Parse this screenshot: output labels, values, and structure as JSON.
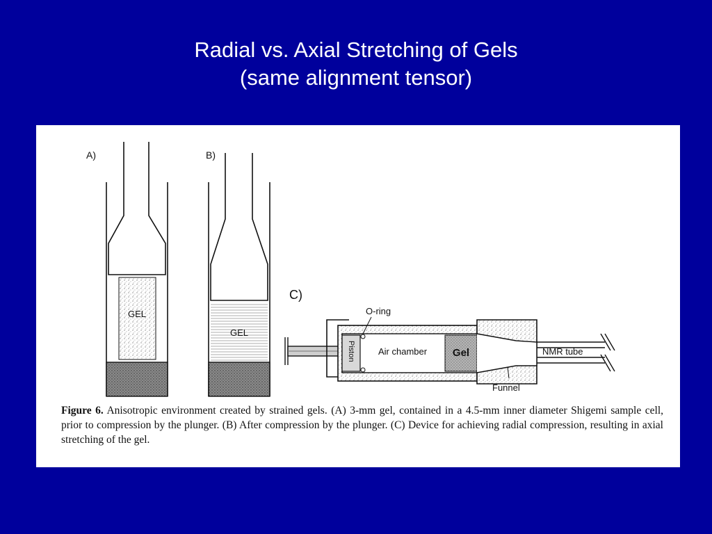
{
  "slide": {
    "title_line1": "Radial vs. Axial Stretching of Gels",
    "title_line2": "(same alignment tensor)"
  },
  "figure": {
    "panel_a_label": "A)",
    "panel_b_label": "B)",
    "panel_c_label": "C)",
    "gel_label_a": "GEL",
    "gel_label_b": "GEL",
    "oring_label": "O-ring",
    "piston_label": "Piston",
    "air_chamber_label": "Air chamber",
    "gel_label_c": "Gel",
    "nmr_tube_label": "NMR tube",
    "funnel_label": "Funnel",
    "caption_lead": "Figure 6.",
    "caption_text": "Anisotropic environment created by strained gels. (A) 3-mm gel, contained in a 4.5-mm inner diameter Shigemi sample cell, prior to compression by the plunger. (B) After compression by the plunger. (C) Device for achieving radial compression, resulting in axial stretching of the gel."
  },
  "colors": {
    "background": "#00009c",
    "title_text": "#ffffff",
    "panel": "#ffffff"
  }
}
